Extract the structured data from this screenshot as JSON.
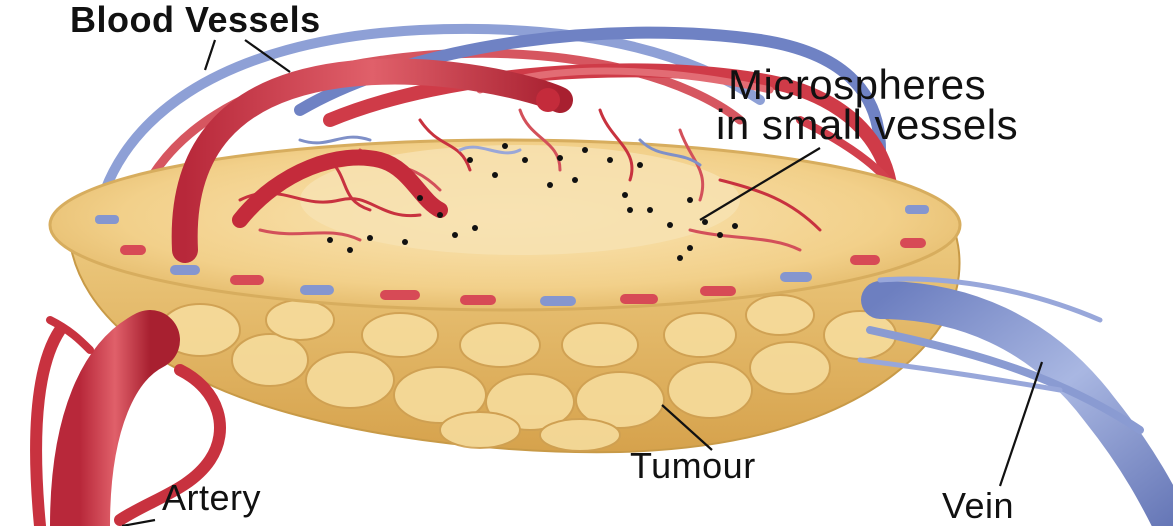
{
  "labels": {
    "blood_vessels": "Blood Vessels",
    "microspheres_line1": "Microspheres",
    "microspheres_line2": "in small vessels",
    "tumour": "Tumour",
    "artery": "Artery",
    "vein": "Vein"
  },
  "colors": {
    "tumour_fill": "#f3d38a",
    "tumour_shadow": "#d9ab55",
    "artery_red": "#c8323f",
    "vessel_red": "#d94a52",
    "vein_blue": "#7f90c8",
    "microsphere": "#111111"
  }
}
